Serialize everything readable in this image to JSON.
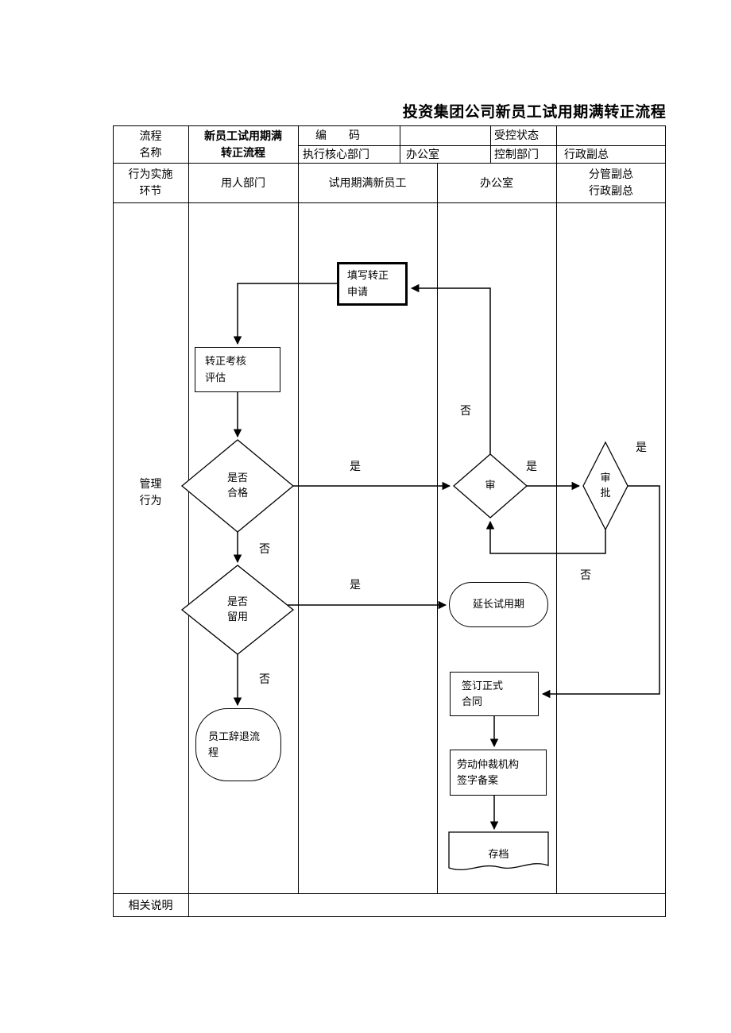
{
  "title": "投资集团公司新员工试用期满转正流程",
  "colors": {
    "line": "#000000",
    "background": "#ffffff"
  },
  "header": {
    "process_name_label": [
      "流程",
      "名称"
    ],
    "process_name_value": [
      "新员工试用期满",
      "转正流程"
    ],
    "code_label": "编　　码",
    "controlled_status_label": "受控状态",
    "exec_core_dept_label": "执行核心部门",
    "exec_core_dept_value": "办公室",
    "control_dept_label": "控制部门",
    "control_dept_value": "行政副总",
    "stage_label": [
      "行为实施",
      "环节"
    ],
    "col_employing_dept": "用人部门",
    "col_new_employee": "试用期满新员工",
    "col_office": "办公室",
    "col_vp": [
      "分管副总",
      "行政副总"
    ]
  },
  "side": {
    "management_label": [
      "管理",
      "行为"
    ],
    "notes_label": "相关说明"
  },
  "flowchart": {
    "apply": [
      "填写转正",
      "申请"
    ],
    "assess": [
      "转正考核",
      "评估"
    ],
    "qualified": [
      "是否",
      "合格"
    ],
    "review": "审",
    "approve": [
      "审",
      "批"
    ],
    "retain": [
      "是否",
      "留用"
    ],
    "extend": "延长试用期",
    "dismiss": [
      "员工辞退流",
      "程"
    ],
    "contract": [
      "签订正式",
      "合同"
    ],
    "arbitration": [
      "劳动仲裁机构",
      "签字备案"
    ],
    "archive": "存档",
    "yes": "是",
    "no": "否"
  }
}
